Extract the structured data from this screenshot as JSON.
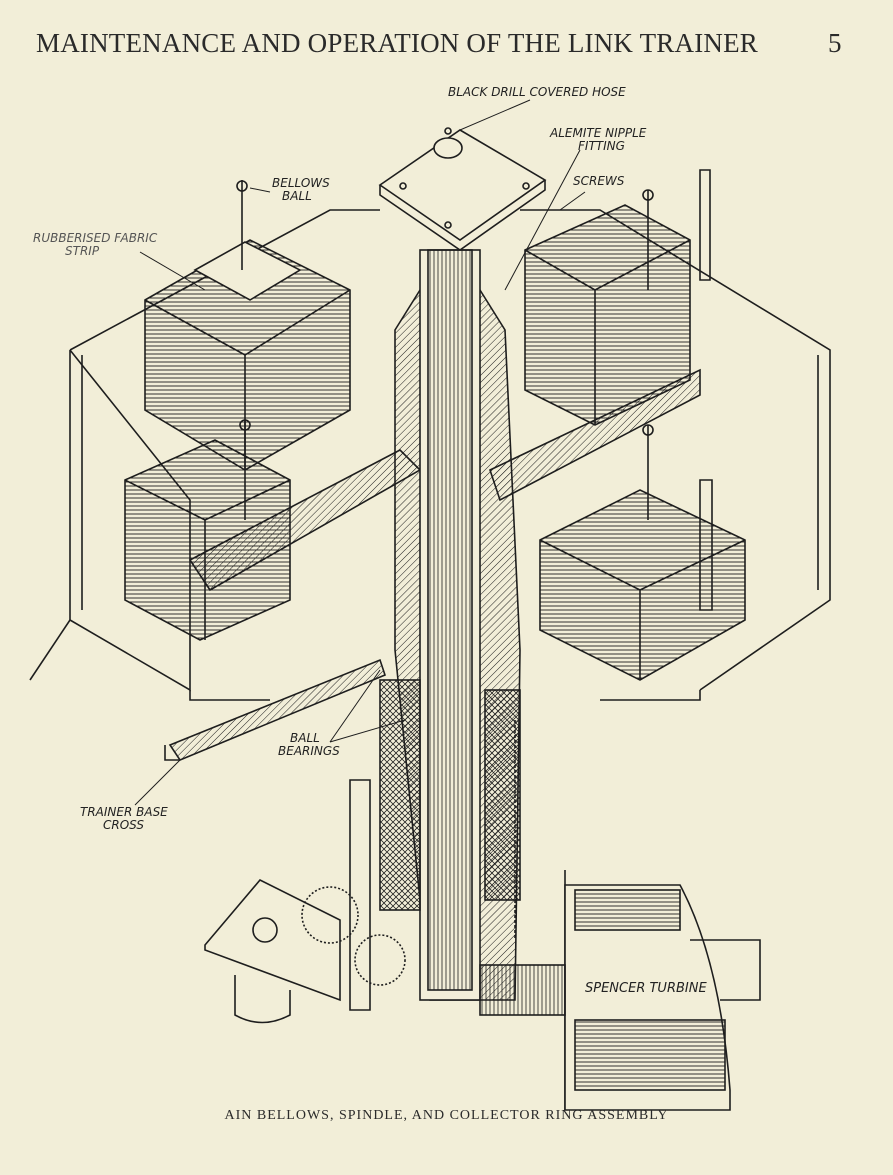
{
  "header": {
    "title": "MAINTENANCE AND OPERATION OF THE LINK TRAINER",
    "page_number": "5"
  },
  "figure": {
    "labels": {
      "hose": "BLACK DRILL COVERED HOSE",
      "alemite_1": "ALEMITE NIPPLE",
      "alemite_2": "FITTING",
      "bellows_1": "BELLOWS",
      "bellows_2": "BALL",
      "screws": "SCREWS",
      "fabric_1": "RUBBERISED FABRIC",
      "fabric_2": "STRIP",
      "bearings_1": "BALL",
      "bearings_2": "BEARINGS",
      "base_1": "TRAINER BASE",
      "base_2": "CROSS",
      "turbine": "SPENCER TURBINE"
    },
    "caption": "AIN BELLOWS, SPINDLE, AND COLLECTOR RING ASSEMBLY"
  }
}
